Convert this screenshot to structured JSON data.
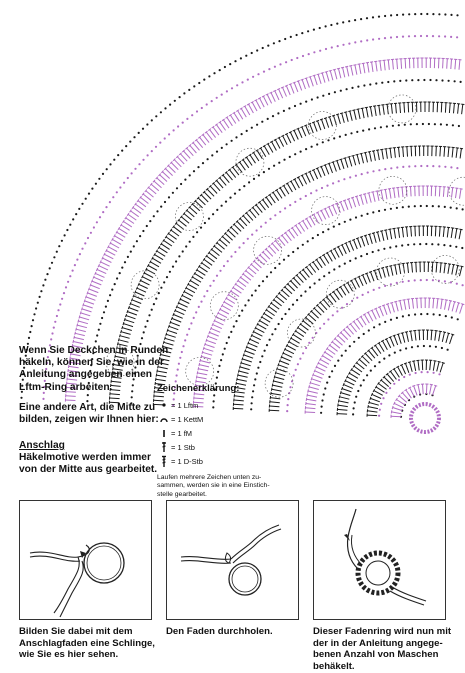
{
  "intro_text": "Wenn Sie Deckchen in Runden\nhäkeln, können Sie, wie in der\nAnleitung angegeben einen\nLftm-Ring arbeiten.",
  "intro_text2": "Eine andere Art, die Mitte zu\nbilden, zeigen wir Ihnen hier:",
  "section_heading": "Anschlag",
  "section_body": "Häkelmotive werden immer\nvon der Mitte aus gearbeitet.",
  "legend": {
    "title": "Zeichenerklärung:",
    "items": [
      {
        "icon": "chain-dot-icon",
        "label": "= 1 Lftm"
      },
      {
        "icon": "slip-stitch-arc-icon",
        "label": "= 1 KettM"
      },
      {
        "icon": "single-crochet-icon",
        "label": "= 1 fM"
      },
      {
        "icon": "treble-icon",
        "label": "= 1 Stb"
      },
      {
        "icon": "double-treble-icon",
        "label": "= 1 D-Stb"
      }
    ],
    "note": "Laufen mehrere Zeichen unten zu-\nsammen, werden sie in eine Einstich-\nstelle gearbeitet."
  },
  "captions": [
    "Bilden Sie dabei mit dem\nAnschlagfaden eine Schlinge,\nwie Sie es hier sehen.",
    "Den Faden durchholen.",
    "Dieser Fadenring wird nun mit\nder in der Anleitung angege-\nbenen Anzahl von Maschen behäkelt."
  ],
  "colors": {
    "chart_purple": "#b06cc4",
    "chart_dark": "#1a1a1a"
  }
}
